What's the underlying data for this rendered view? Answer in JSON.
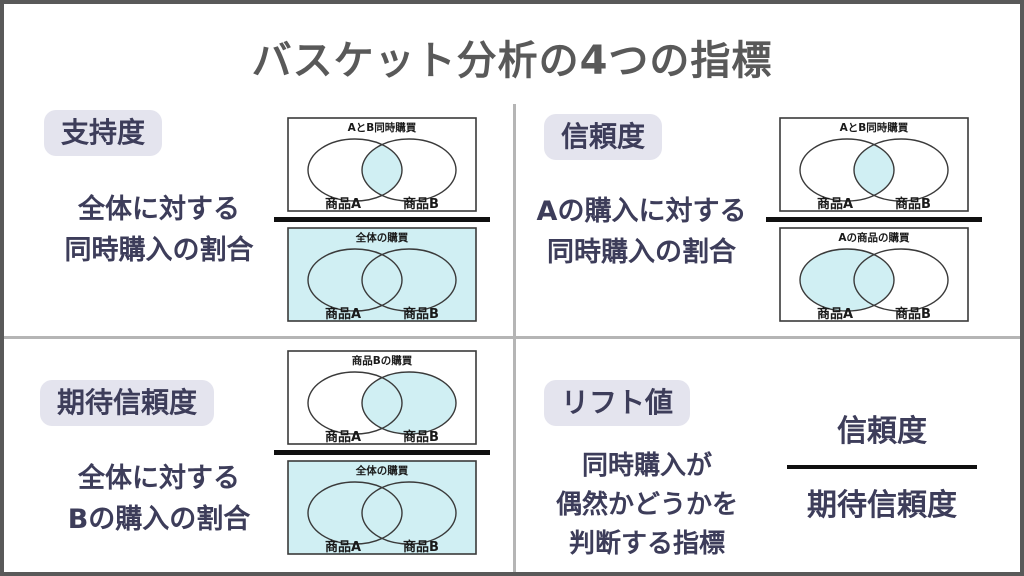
{
  "title": "バスケット分析の4つの指標",
  "colors": {
    "accent_fill": "#d0eff3",
    "badge_bg": "#e4e4ee",
    "text_dark": "#3d3d5a",
    "title_gray": "#595959",
    "divider_gray": "#b5b5b5",
    "line_black": "#101010"
  },
  "quadrants": {
    "support": {
      "badge": "支持度",
      "description": "全体に対する\n同時購入の割合",
      "numerator_venn": {
        "title": "AとB同時購買",
        "label_a": "商品A",
        "label_b": "商品B",
        "highlight": "intersection"
      },
      "denominator_venn": {
        "title": "全体の購買",
        "label_a": "商品A",
        "label_b": "商品B",
        "highlight": "whole"
      }
    },
    "confidence": {
      "badge": "信頼度",
      "description": "Aの購入に対する\n同時購入の割合",
      "numerator_venn": {
        "title": "AとB同時購買",
        "label_a": "商品A",
        "label_b": "商品B",
        "highlight": "intersection"
      },
      "denominator_venn": {
        "title": "Aの商品の購買",
        "label_a": "商品A",
        "label_b": "商品B",
        "highlight": "product_a"
      }
    },
    "expected_confidence": {
      "badge": "期待信頼度",
      "description": "全体に対する\nBの購入の割合",
      "numerator_venn": {
        "title": "商品Bの購買",
        "label_a": "商品A",
        "label_b": "商品B",
        "highlight": "product_b"
      },
      "denominator_venn": {
        "title": "全体の購買",
        "label_a": "商品A",
        "label_b": "商品B",
        "highlight": "whole"
      }
    },
    "lift": {
      "badge": "リフト値",
      "description": "同時購入が\n偶然かどうかを\n判断する指標",
      "formula": {
        "numerator": "信頼度",
        "denominator": "期待信頼度"
      }
    }
  }
}
